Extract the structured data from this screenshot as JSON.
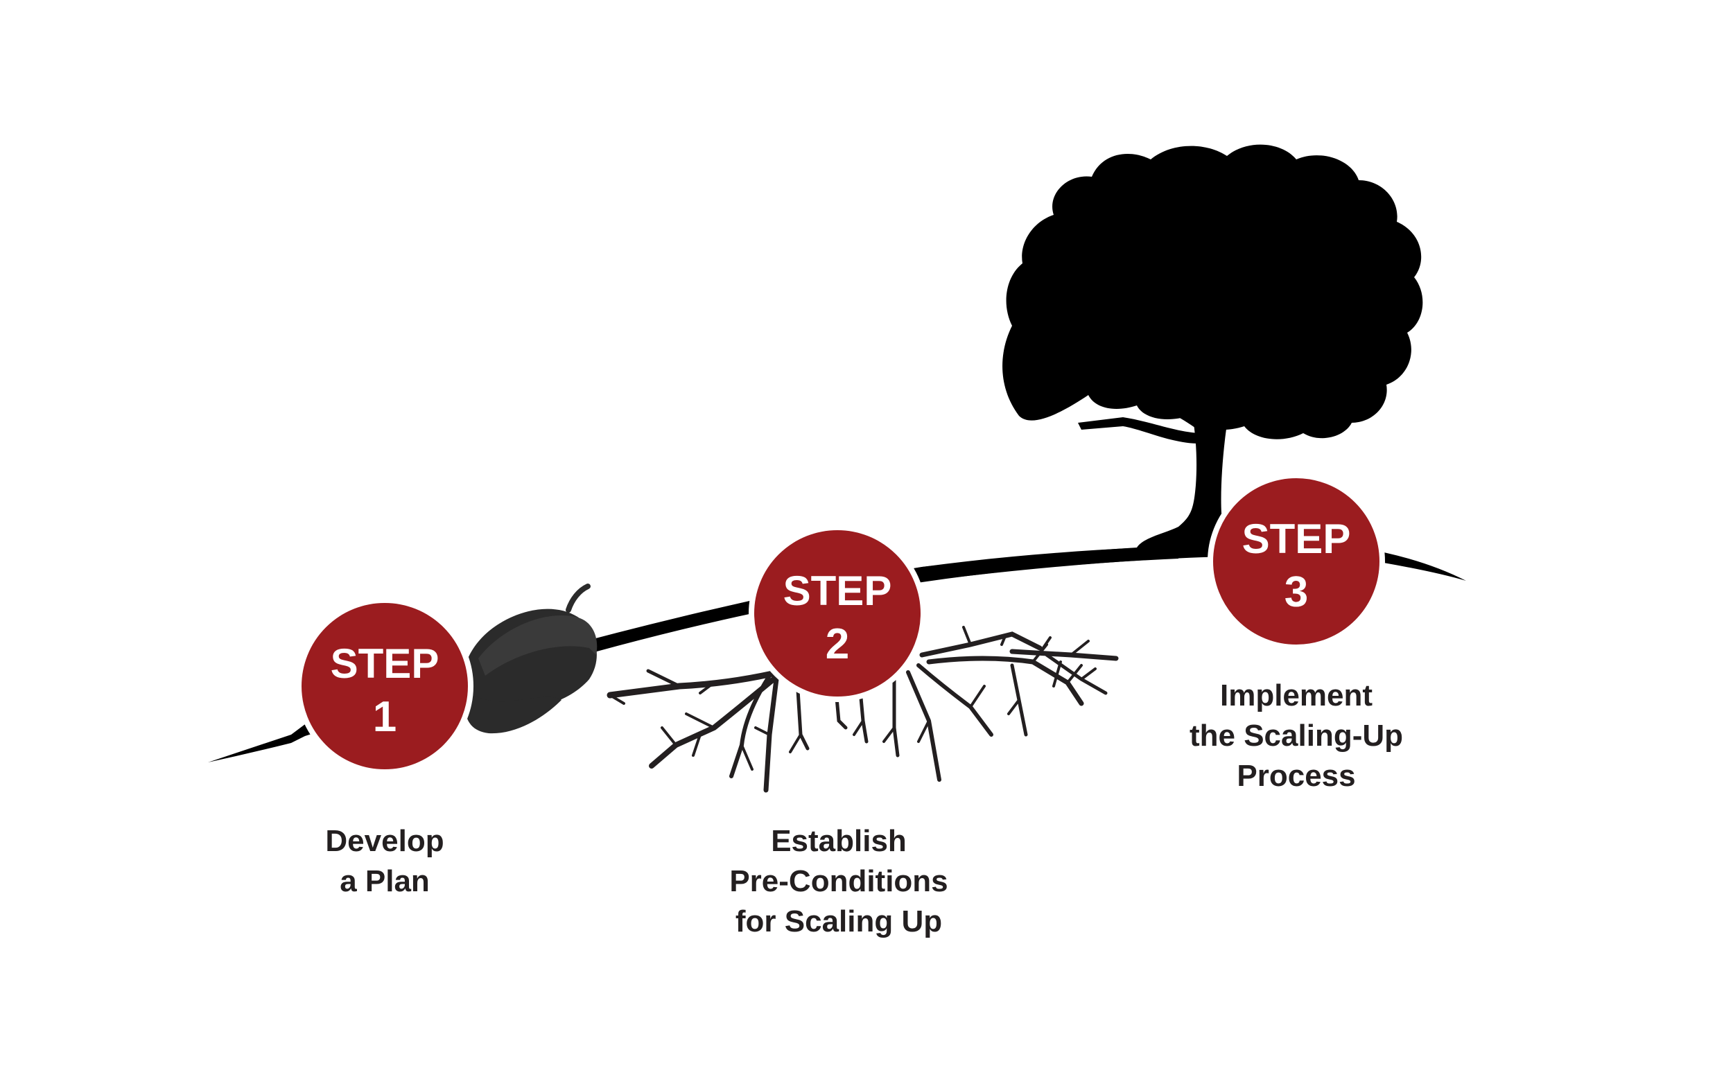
{
  "colors": {
    "step_circle": "#9b1c1f",
    "silhouette": "#000000",
    "acorn": "#2b2b2b",
    "text": "#231f20",
    "background": "#ffffff"
  },
  "icons": [
    "acorn-icon",
    "roots-icon",
    "tree-icon"
  ],
  "steps": [
    {
      "word": "STEP",
      "number": "1",
      "caption": [
        "Develop",
        "a Plan"
      ]
    },
    {
      "word": "STEP",
      "number": "2",
      "caption": [
        "Establish",
        "Pre-Conditions",
        "for Scaling Up"
      ]
    },
    {
      "word": "STEP",
      "number": "3",
      "caption": [
        "Implement",
        "the Scaling-Up",
        "Process"
      ]
    }
  ]
}
